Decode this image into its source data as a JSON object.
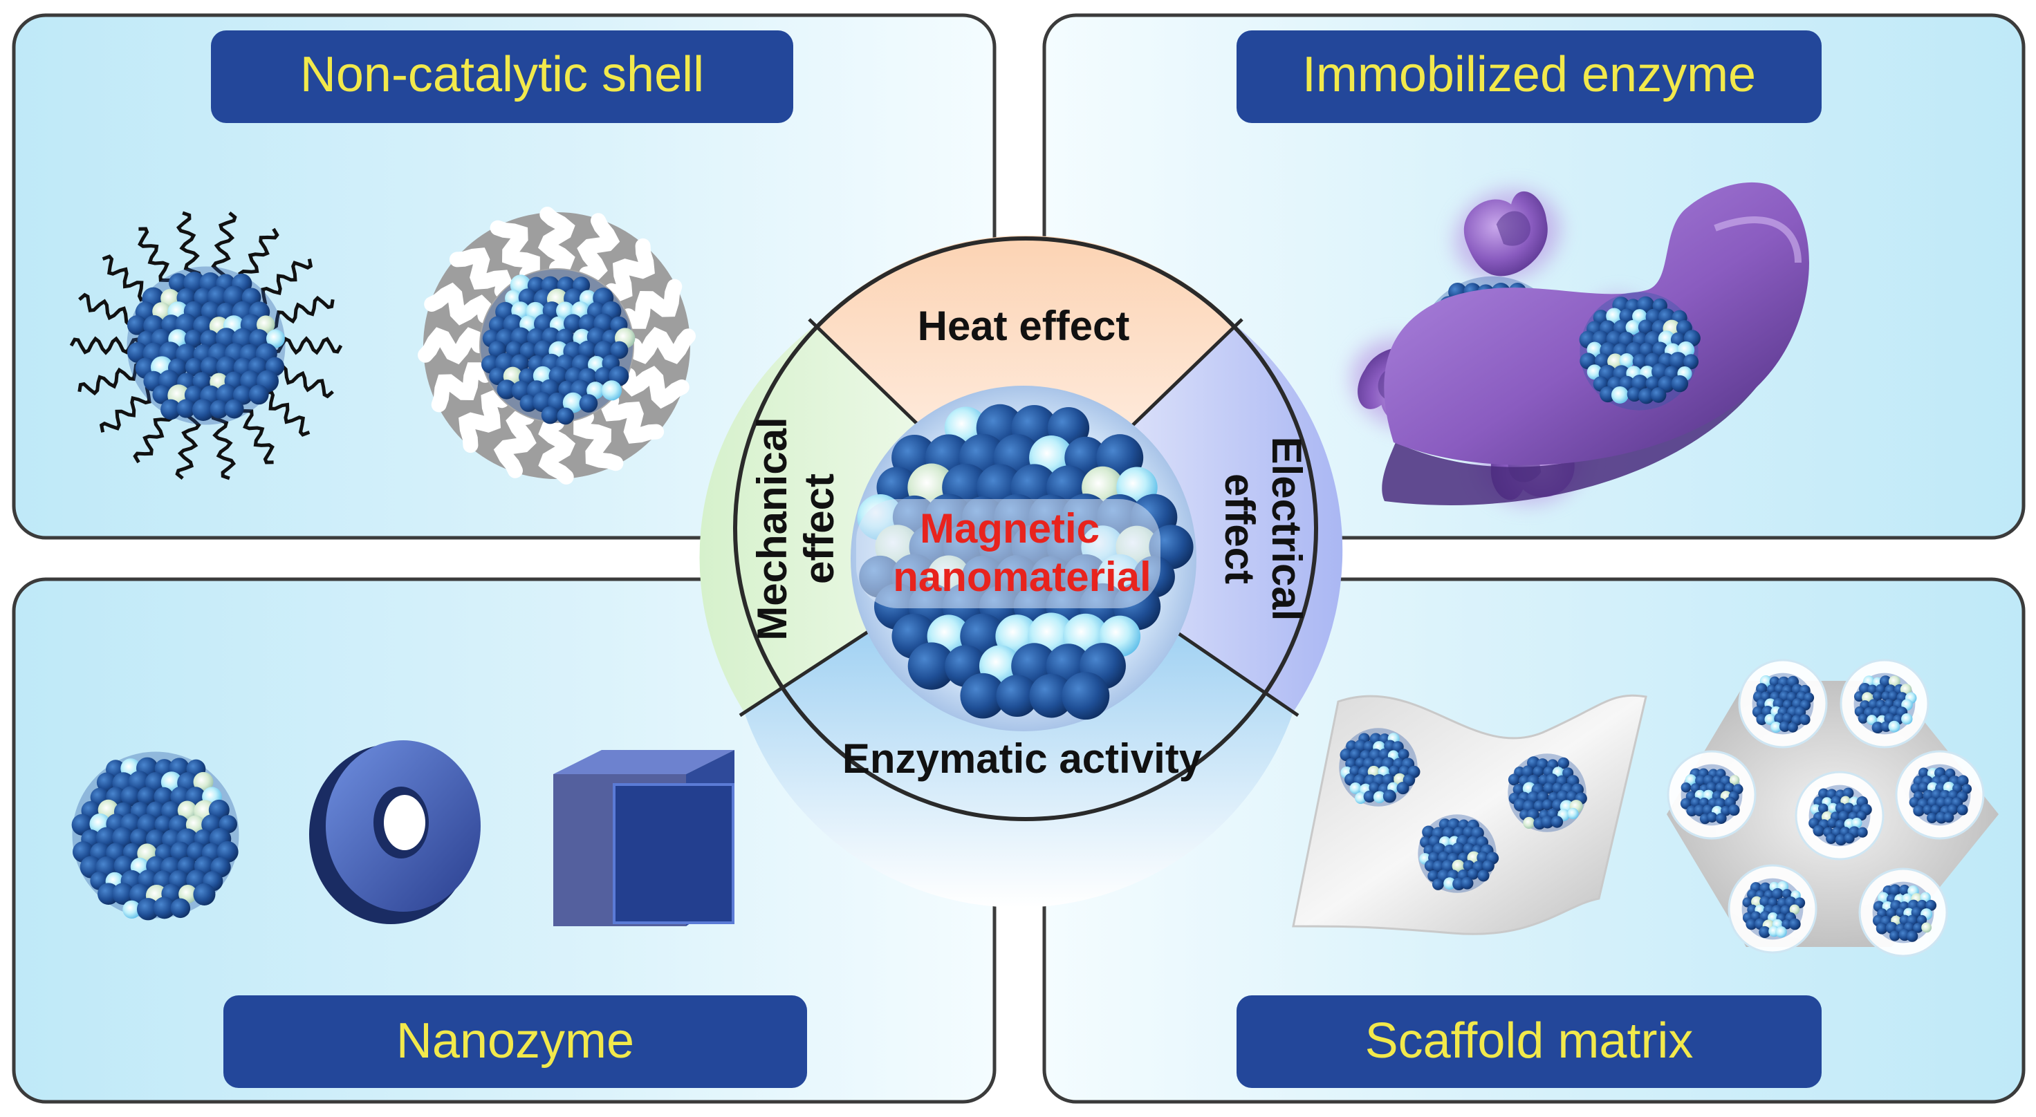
{
  "panels": {
    "top_left": {
      "title": "Non-catalytic shell"
    },
    "top_right": {
      "title": "Immobilized enzyme"
    },
    "bottom_left": {
      "title": "Nanozyme"
    },
    "bottom_right": {
      "title": "Scaffold matrix"
    }
  },
  "center": {
    "core_label_line1": "Magnetic",
    "core_label_line2": "nanomaterial",
    "sectors": {
      "top": "Heat effect",
      "left_line1": "Mechanical",
      "left_line2": "effect",
      "right_line1": "Electrical",
      "right_line2": "effect",
      "bottom": "Enzymatic activity"
    }
  },
  "colors": {
    "title_bg": "#23479a",
    "title_text": "#f2e94b",
    "panel_bg": "#cdeffa",
    "panel_border": "#3b3b3b",
    "core_label": "#e8231d",
    "sector_heat": "#fbd9bf",
    "sector_mechanical": "#dff3d8",
    "sector_electrical": "#c5cdf6",
    "sector_enzymatic": "#9ecff1",
    "enzyme_purple": "#8a5cc0",
    "particle_dark": "#1e4f95",
    "particle_light": "#9fe3f7"
  }
}
